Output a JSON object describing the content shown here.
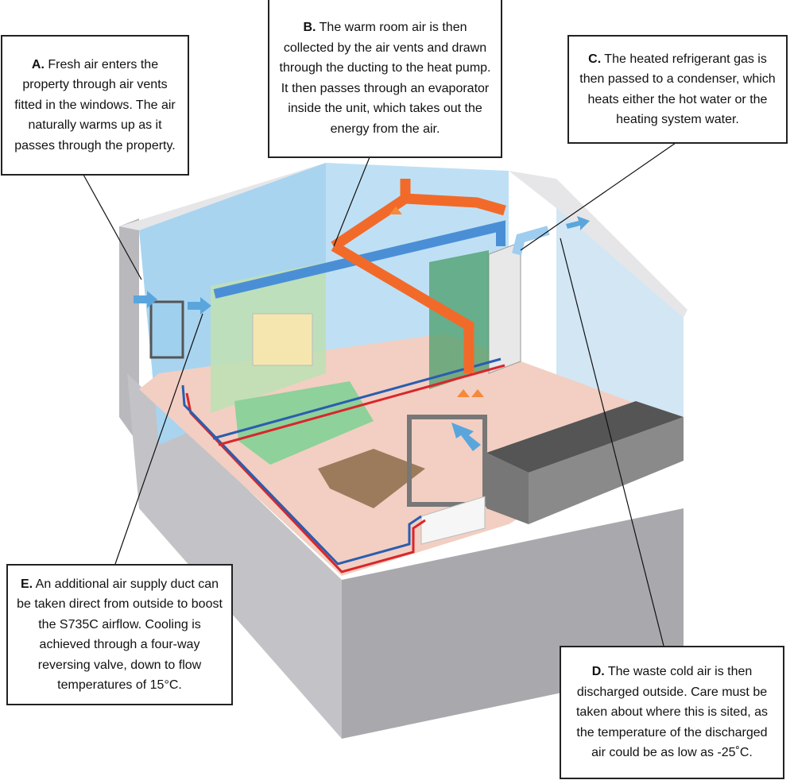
{
  "callouts": {
    "a": {
      "letter": "A.",
      "text": "Fresh air enters the property through air vents fitted in the windows. The air naturally warms up as it passes through the property."
    },
    "b": {
      "letter": "B.",
      "text": "The warm room air is then collected by the air vents and drawn through the ducting to the heat pump. It then passes through an evaporator inside the unit, which takes out the energy from the air."
    },
    "c": {
      "letter": "C.",
      "text": "The heated refrigerant gas is then passed to a condenser, which heats either the hot water or the heating system water."
    },
    "d": {
      "letter": "D.",
      "text": "The waste cold air is then discharged outside. Care must be taken about where this is sited, as the temperature of the discharged air could be as low as -25˚C."
    },
    "e": {
      "letter": "E.",
      "text": "An additional air supply duct can be taken direct from outside to boost the S735C airflow. Cooling is achieved through a four-way reversing valve, down to flow temperatures of 15°C."
    }
  },
  "colors": {
    "warm_duct": "#f26a2a",
    "cold_duct": "#4a8fd6",
    "flow_pipe": "#d9262b",
    "return_pipe": "#2a5db0",
    "floor": "#f2cfc2",
    "wall": "#c9c9cc"
  }
}
